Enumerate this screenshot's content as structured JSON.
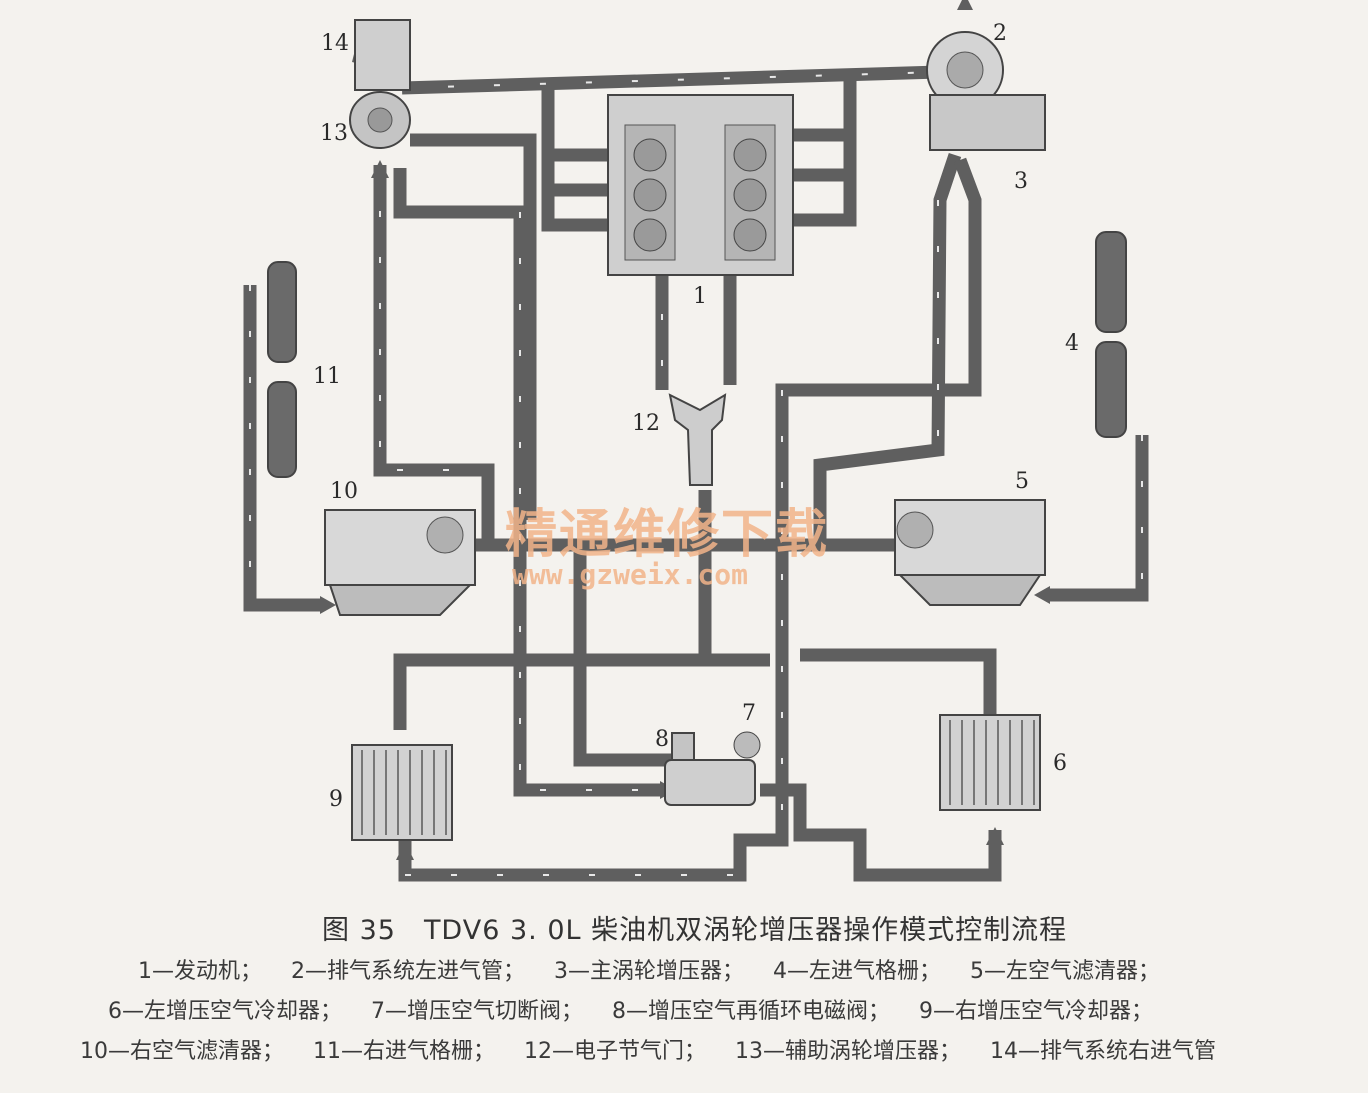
{
  "diagram": {
    "callouts": [
      {
        "id": "1",
        "label": "1"
      },
      {
        "id": "2",
        "label": "2"
      },
      {
        "id": "3",
        "label": "3"
      },
      {
        "id": "4",
        "label": "4"
      },
      {
        "id": "5",
        "label": "5"
      },
      {
        "id": "6",
        "label": "6"
      },
      {
        "id": "7",
        "label": "7"
      },
      {
        "id": "8",
        "label": "8"
      },
      {
        "id": "9",
        "label": "9"
      },
      {
        "id": "10",
        "label": "10"
      },
      {
        "id": "11",
        "label": "11"
      },
      {
        "id": "12",
        "label": "12"
      },
      {
        "id": "13",
        "label": "13"
      },
      {
        "id": "14",
        "label": "14"
      }
    ],
    "colors": {
      "pipe": "#5f5f5f",
      "component": "#d9d9d9",
      "background": "#f4f2ee",
      "watermark": "#f2b48a"
    }
  },
  "watermark": {
    "text": "精通维修下载",
    "url": "www.gzweix.com"
  },
  "caption": {
    "title": "图 35　TDV6 3. 0L 柴油机双涡轮增压器操作模式控制流程",
    "legend_lines": [
      [
        "1—发动机；",
        "2—排气系统左进气管；",
        "3—主涡轮增压器；",
        "4—左进气格栅；",
        "5—左空气滤清器；"
      ],
      [
        "6—左增压空气冷却器；",
        "7—增压空气切断阀；",
        "8—增压空气再循环电磁阀；",
        "9—右增压空气冷却器；"
      ],
      [
        "10—右空气滤清器；",
        "11—右进气格栅；",
        "12—电子节气门；",
        "13—辅助涡轮增压器；",
        "14—排气系统右进气管"
      ]
    ]
  }
}
